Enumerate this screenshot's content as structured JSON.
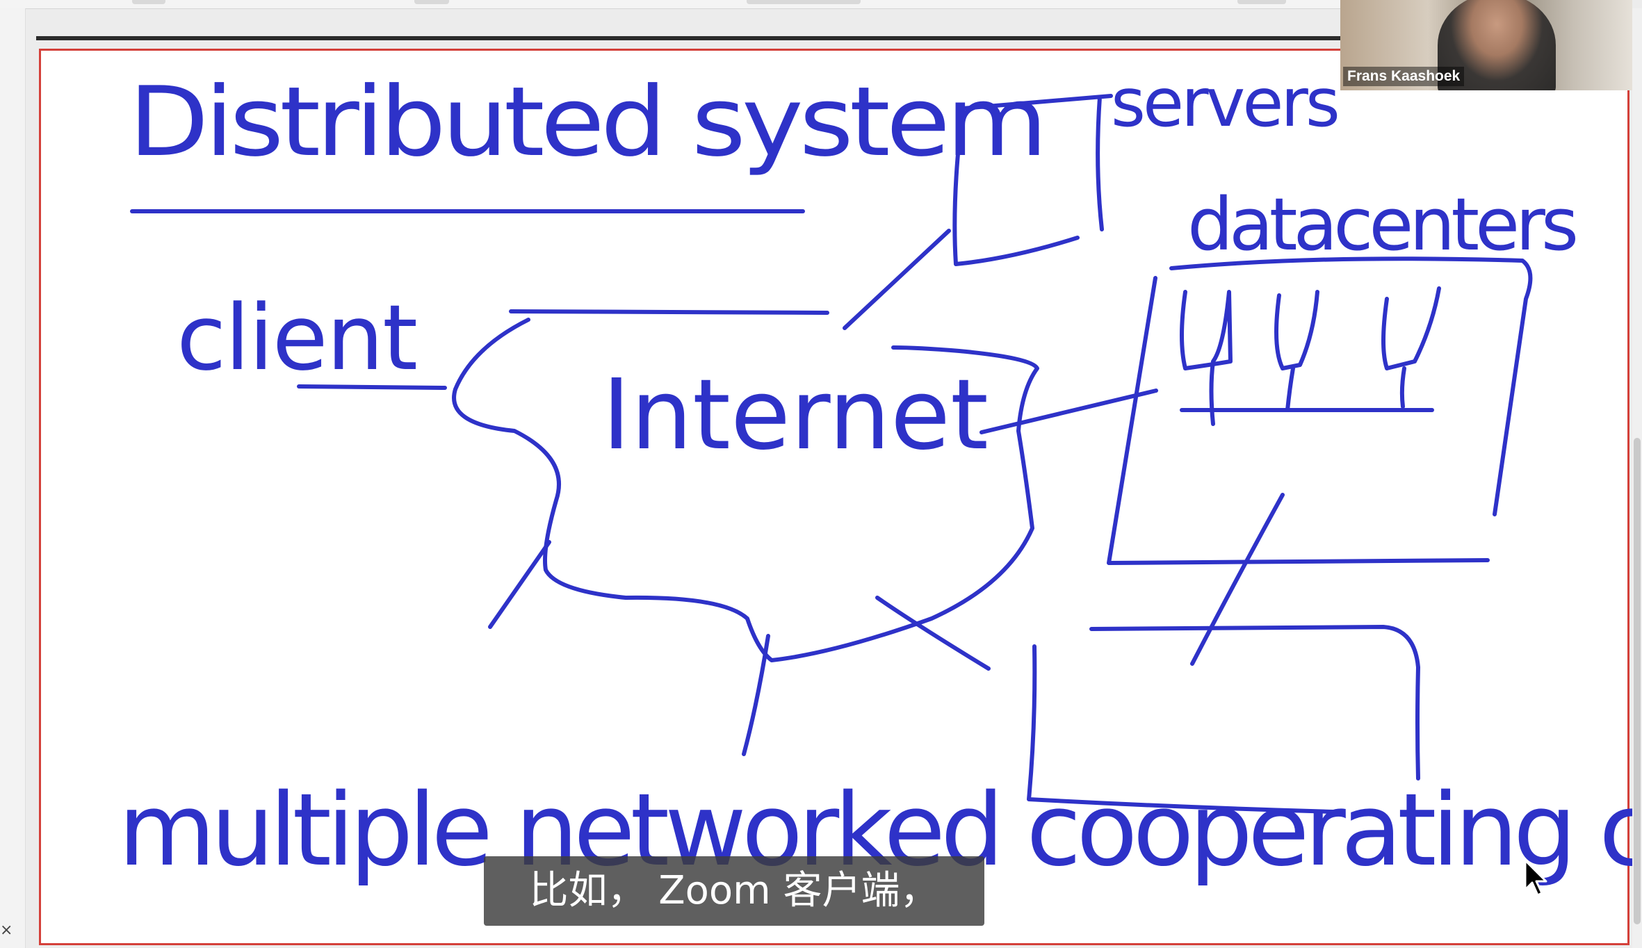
{
  "whiteboard": {
    "title": "Distributed system",
    "labels": {
      "servers": "servers",
      "datacenters": "datacenters",
      "client": "client",
      "internet": "Internet",
      "footer": "multiple networked cooperating computers"
    },
    "ink_color": "#2e32c8",
    "border_color": "#d4403a"
  },
  "caption": {
    "text": "比如， Zoom 客户端，"
  },
  "video": {
    "participant_name": "Frans Kaashoek"
  },
  "controls": {
    "close_symbol": "×"
  }
}
